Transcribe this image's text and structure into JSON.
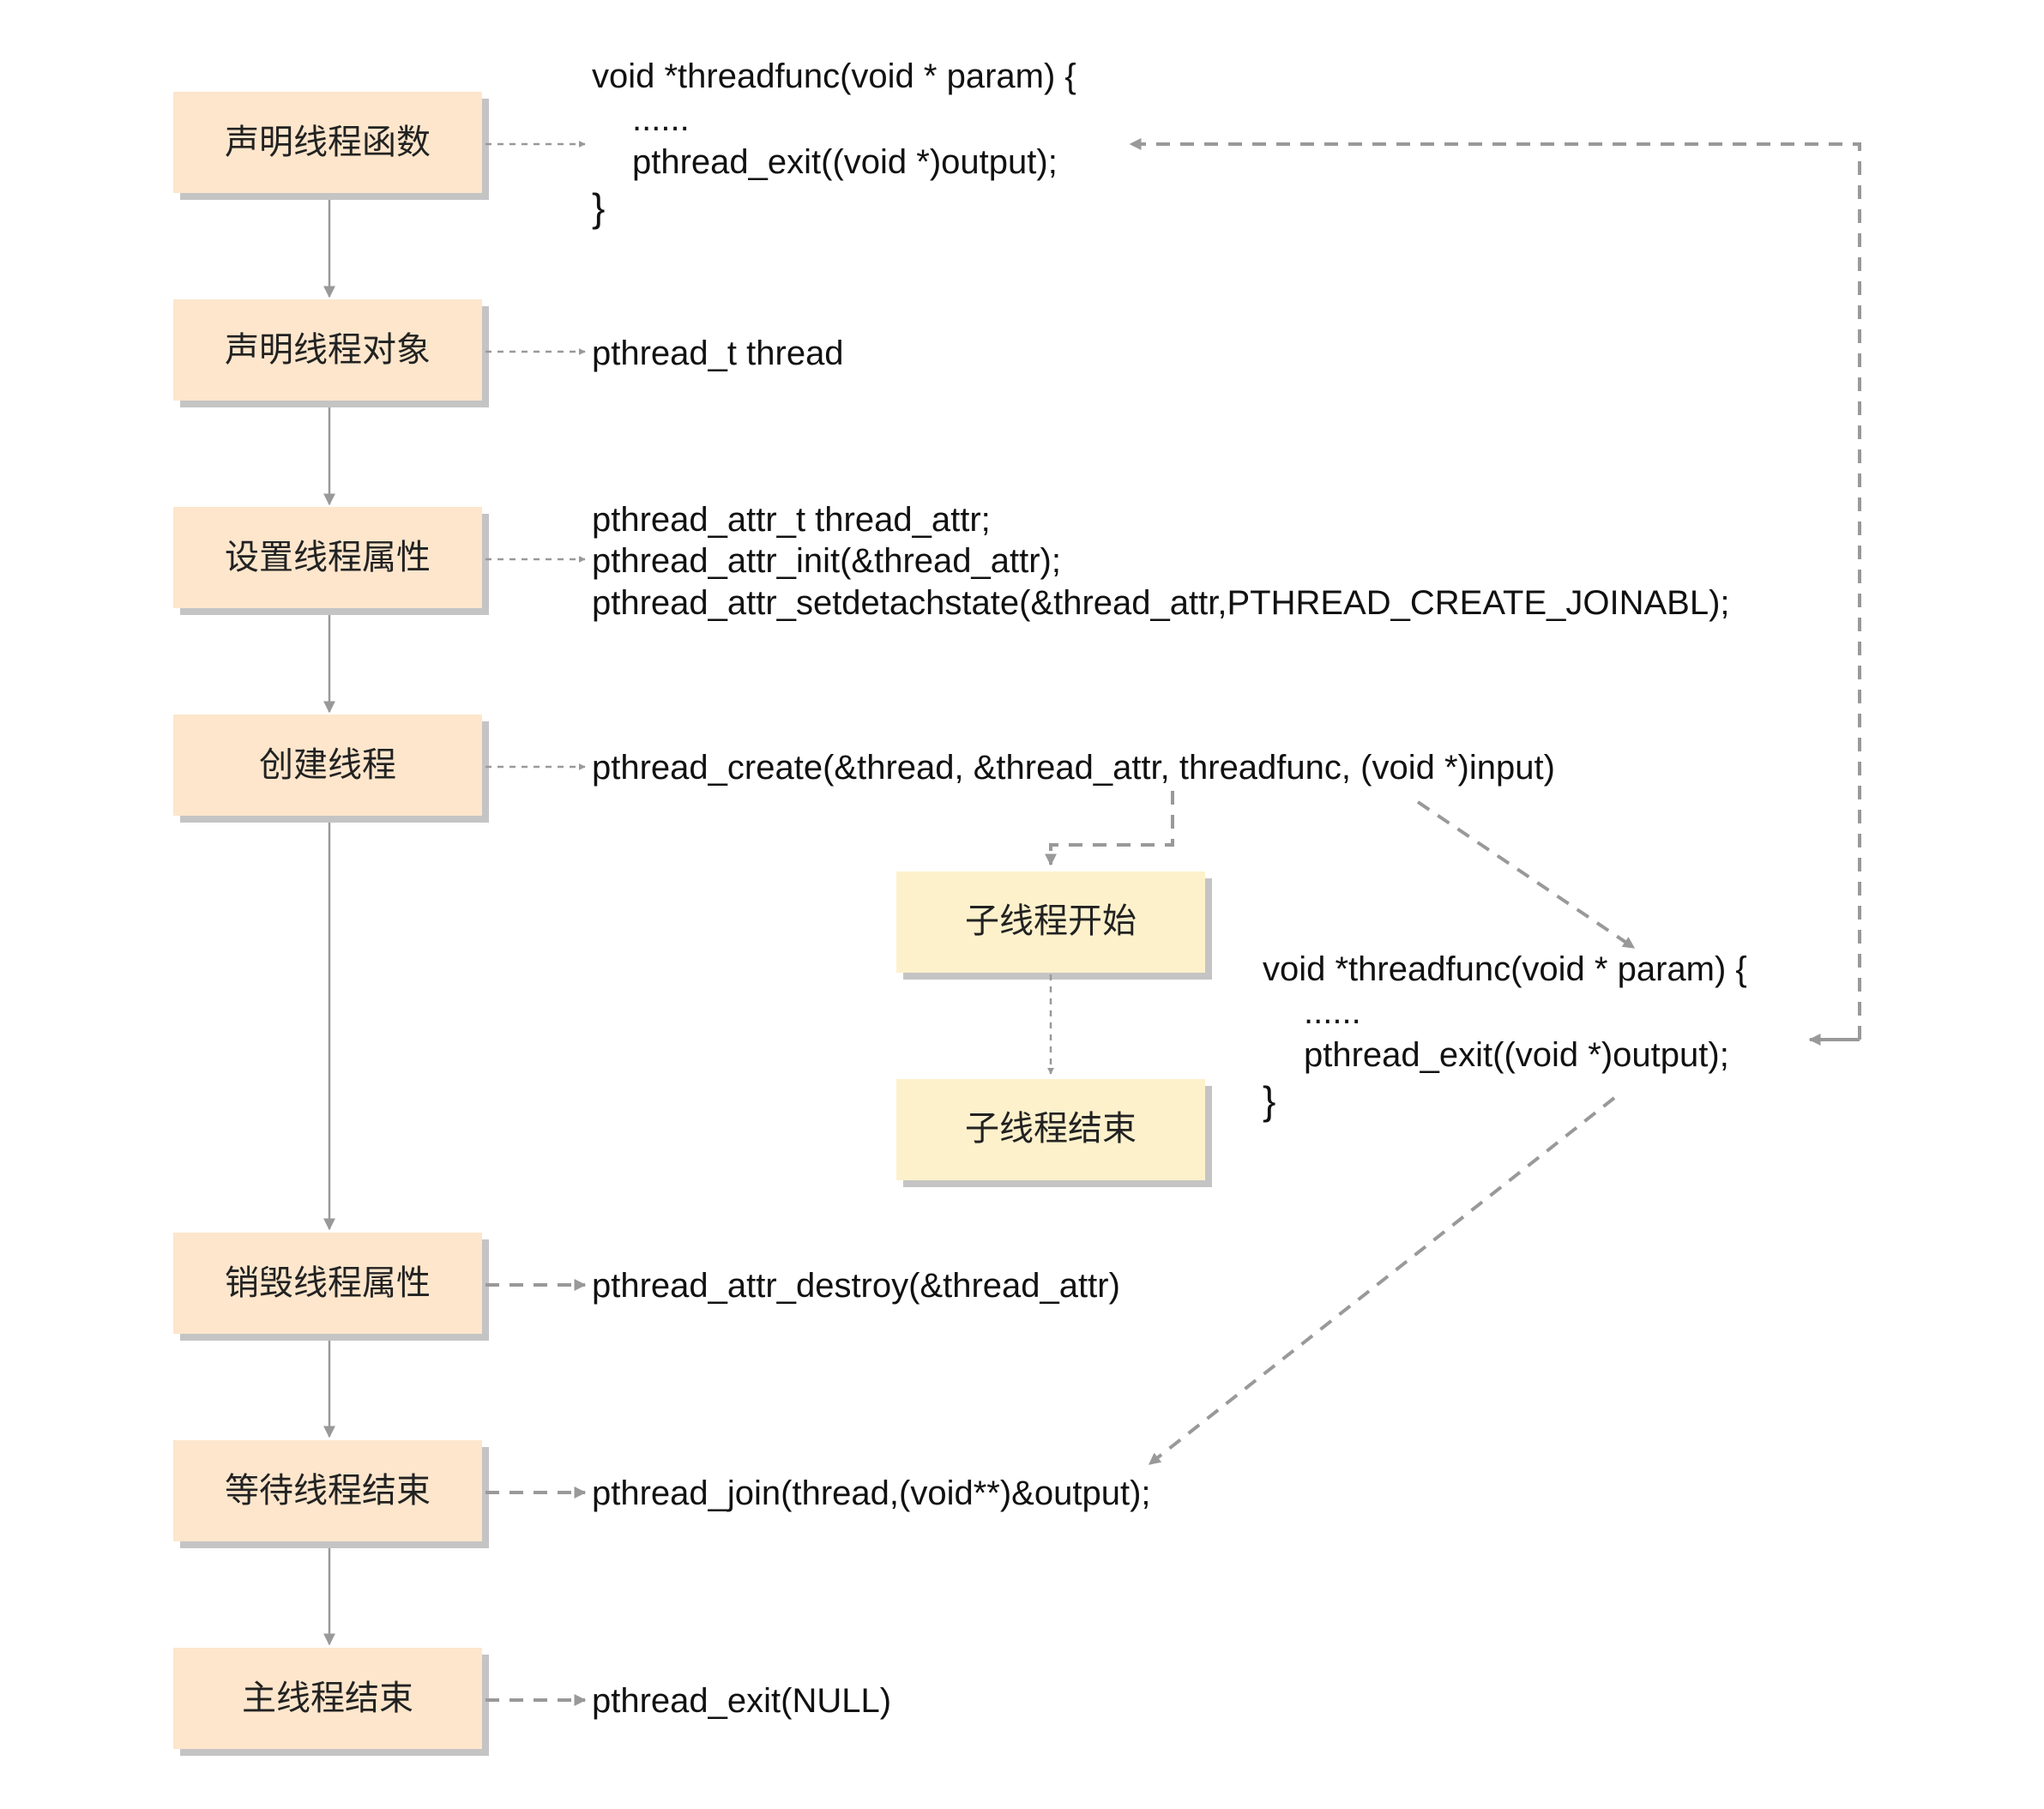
{
  "colors": {
    "main_box_fill": "#fde6cc",
    "sub_box_fill": "#fdf1cc",
    "box_shadow": "#c4c4c4",
    "arrow": "#999999",
    "text": "#111111"
  },
  "main_steps": [
    {
      "label": "声明线程函数"
    },
    {
      "label": "声明线程对象"
    },
    {
      "label": "设置线程属性"
    },
    {
      "label": "创建线程"
    },
    {
      "label": "销毁线程属性"
    },
    {
      "label": "等待线程结束"
    },
    {
      "label": "主线程结束"
    }
  ],
  "sub_steps": [
    {
      "label": "子线程开始"
    },
    {
      "label": "子线程结束"
    }
  ],
  "code": {
    "func_decl": {
      "line1": "void *threadfunc(void * param) {",
      "line2": "......",
      "line3": "pthread_exit((void *)output);",
      "line4": "}"
    },
    "thread_decl": "pthread_t thread",
    "attr": {
      "line1": "pthread_attr_t thread_attr;",
      "line2": "pthread_attr_init(&thread_attr);",
      "line3": "pthread_attr_setdetachstate(&thread_attr,PTHREAD_CREATE_JOINABL);"
    },
    "create": "pthread_create(&thread, &thread_attr, threadfunc, (void *)input)",
    "child_func": {
      "line1": "void *threadfunc(void * param) {",
      "line2": "......",
      "line3": "pthread_exit((void *)output);",
      "line4": "}"
    },
    "destroy": "pthread_attr_destroy(&thread_attr)",
    "join": "pthread_join(thread,(void**)&output);",
    "exit": "pthread_exit(NULL)"
  }
}
